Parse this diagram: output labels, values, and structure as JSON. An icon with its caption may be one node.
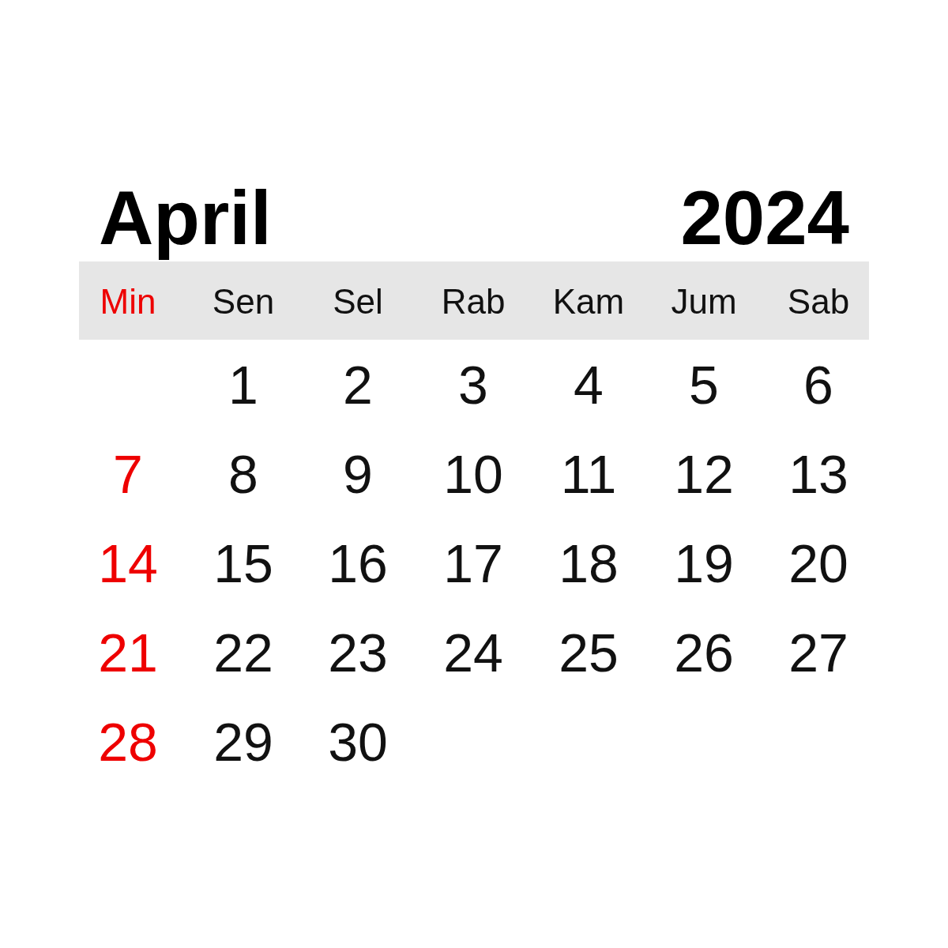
{
  "diagram": {
    "title": "April",
    "labels": [
      "2024",
      "Min",
      "Sen",
      "Sel",
      "Rab",
      "Kam",
      "Jum",
      "Sab",
      "1",
      "2",
      "3",
      "4",
      "5",
      "6",
      "7",
      "8",
      "9",
      "10",
      "11",
      "12",
      "13",
      "14",
      "15",
      "16",
      "17",
      "18",
      "19",
      "20",
      "21",
      "22",
      "23",
      "24",
      "25",
      "26",
      "27",
      "28",
      "29",
      "30"
    ]
  }
}
